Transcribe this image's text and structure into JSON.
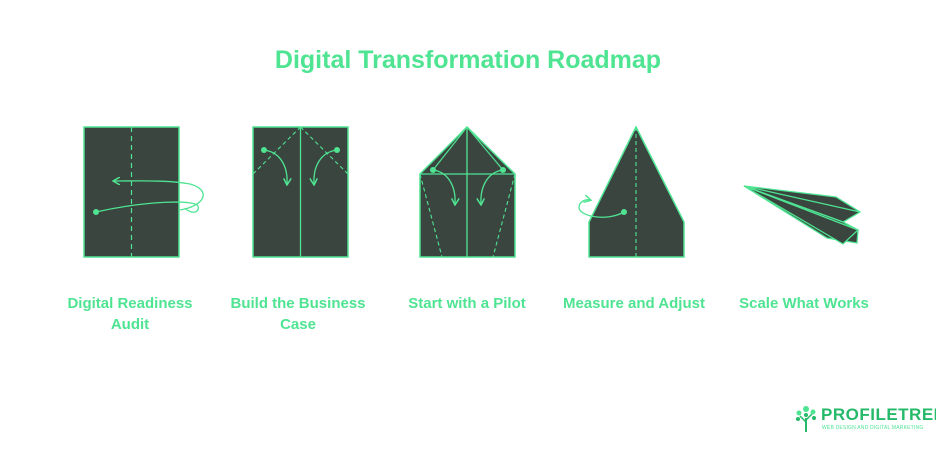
{
  "title": "Digital Transformation Roadmap",
  "steps": [
    {
      "label": "Digital Readiness Audit"
    },
    {
      "label": "Build the Business Case"
    },
    {
      "label": "Start with a Pilot"
    },
    {
      "label": "Measure and Adjust"
    },
    {
      "label": "Scale What Works"
    }
  ],
  "brand": {
    "name": "PROFILETREE",
    "tagline": "WEB DESIGN AND DIGITAL MARKETING"
  },
  "colors": {
    "accent": "#4ee492",
    "paper": "#3b4540",
    "brand": "#25b96a"
  }
}
